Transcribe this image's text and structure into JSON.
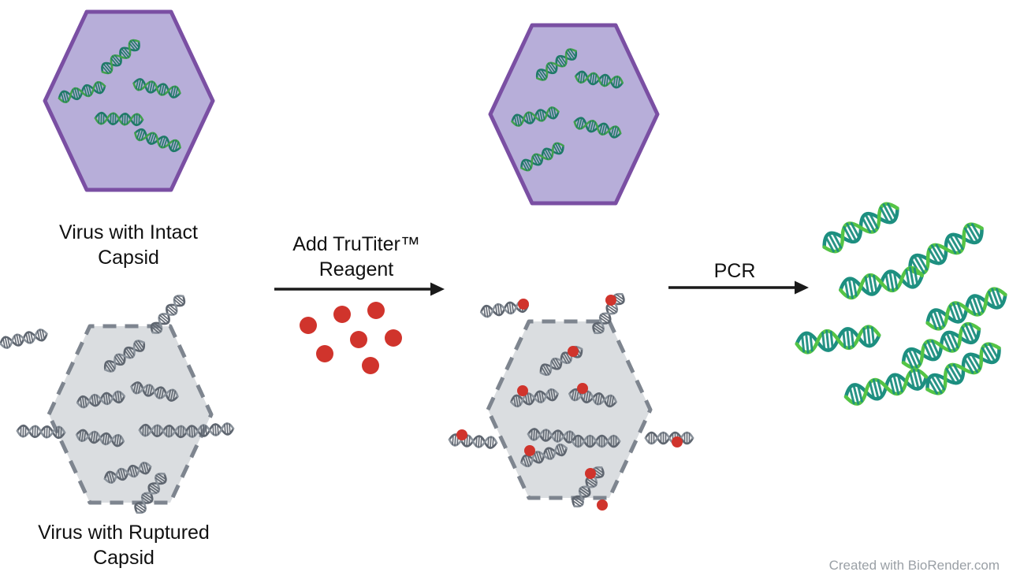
{
  "diagram": {
    "labels": {
      "intact_virus": "Virus with Intact\nCapsid",
      "ruptured_virus": "Virus with Ruptured\nCapsid",
      "step1": "Add TruTiter™\nReagent",
      "step2": "PCR"
    },
    "watermark": "Created with BioRender.com",
    "icons": {
      "dna_helix": "dna-helix-icon",
      "reagent_dot": "reagent-dot-icon",
      "capsid_hexagon": "capsid-hexagon",
      "arrow": "process-arrow"
    },
    "colors": {
      "intact_capsid_fill": "#b7aed9",
      "intact_capsid_stroke": "#7a4fa3",
      "ruptured_capsid_fill": "#dadde0",
      "ruptured_capsid_stroke": "#7e858f",
      "genome_green_strand": "#1f7a68",
      "genome_green_strand2": "#43a04e",
      "genome_gray_strand": "#5f6670",
      "genome_gray_strand2": "#8a929b",
      "pcr_teal": "#1d8f80",
      "pcr_green": "#55c445",
      "reagent_red": "#d0342c",
      "arrow_black": "#1a1a1a",
      "text_black": "#111111",
      "watermark_gray": "#9aa0a6"
    }
  }
}
